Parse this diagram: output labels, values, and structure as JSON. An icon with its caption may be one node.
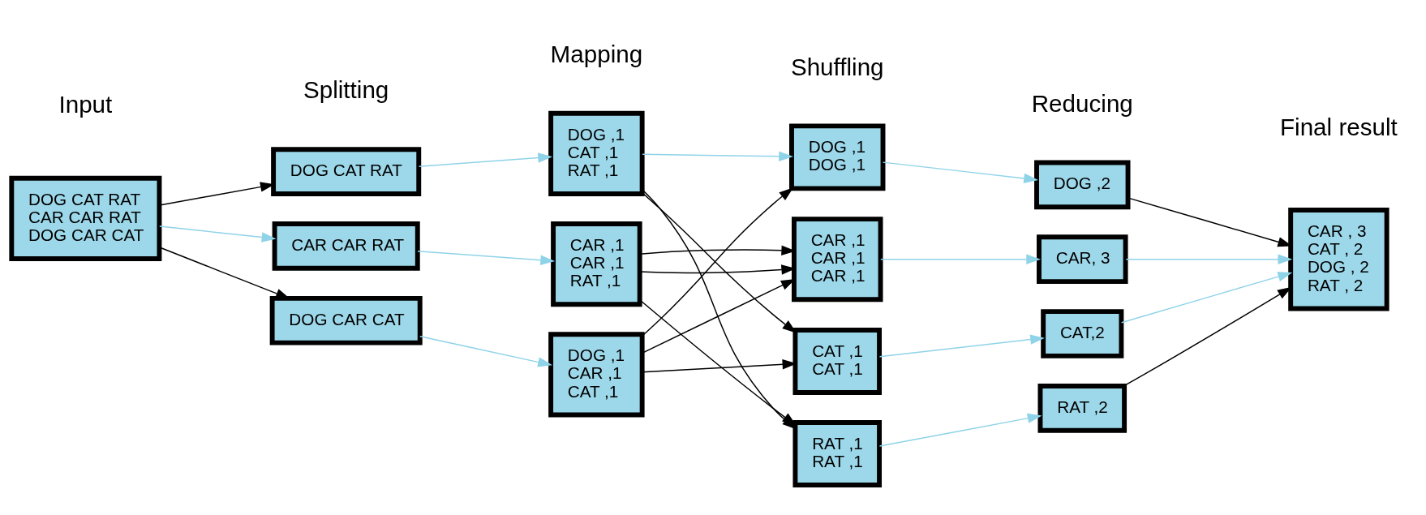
{
  "diagram": {
    "nodes": [
      {
        "text": [
          "DOG CAT RAT",
          "CAR CAR RAT",
          "DOG CAR CAT"
        ]
      },
      {
        "text": [
          "DOG CAT RAT"
        ]
      },
      {
        "text": [
          "CAR CAR RAT"
        ]
      },
      {
        "text": [
          "DOG CAR CAT"
        ]
      },
      {
        "text": [
          "DOG ,1",
          "CAT ,1",
          "RAT ,1"
        ]
      },
      {
        "text": [
          "CAR ,1",
          "CAR ,1",
          "RAT ,1"
        ]
      },
      {
        "text": [
          "DOG ,1",
          "CAR ,1",
          "CAT ,1"
        ]
      },
      {
        "text": [
          "DOG ,1",
          "DOG ,1"
        ]
      },
      {
        "text": [
          "CAR ,1",
          "CAR ,1",
          "CAR ,1"
        ]
      },
      {
        "text": [
          "CAT ,1",
          "CAT ,1"
        ]
      },
      {
        "text": [
          "RAT ,1",
          "RAT ,1"
        ]
      },
      {
        "text": [
          "DOG ,2"
        ]
      },
      {
        "text": [
          "CAR, 3"
        ]
      },
      {
        "text": [
          "CAT,2"
        ]
      },
      {
        "text": [
          "RAT ,2"
        ]
      },
      {
        "text": [
          "CAR , 3",
          "CAT , 2",
          "DOG , 2",
          "RAT , 2"
        ]
      }
    ],
    "edges": [
      {
        "from": 0,
        "to": 1,
        "arrow": "to"
      },
      {
        "from": 0,
        "to": 2,
        "arrow": "to",
        "color": "#8fd3e8"
      },
      {
        "from": 0,
        "to": 3,
        "arrow": "to"
      },
      {
        "from": 1,
        "to": 4,
        "arrow": "to",
        "color": "#8fd3e8"
      },
      {
        "from": 2,
        "to": 5,
        "arrow": "to",
        "color": "#8fd3e8"
      },
      {
        "from": 3,
        "to": 6,
        "arrow": "to",
        "color": "#8fd3e8"
      },
      {
        "from": 4,
        "to": 7,
        "arrow": "to",
        "color": "#8fd3e8"
      },
      {
        "from": 4,
        "to": 9,
        "arrow": "to"
      },
      {
        "from": 4,
        "to": 10,
        "arrow": "to"
      },
      {
        "from": 5,
        "to": 8,
        "arrow": "to"
      },
      {
        "from": 5,
        "to": 8,
        "arrow": "to"
      },
      {
        "from": 5,
        "to": 10,
        "arrow": "to"
      },
      {
        "from": 6,
        "to": 7,
        "arrow": "to"
      },
      {
        "from": 6,
        "to": 8,
        "arrow": "to"
      },
      {
        "from": 6,
        "to": 9,
        "arrow": "to"
      },
      {
        "from": 7,
        "to": 11,
        "arrow": "to",
        "color": "#8fd3e8"
      },
      {
        "from": 8,
        "to": 12,
        "arrow": "to",
        "color": "#8fd3e8"
      },
      {
        "from": 9,
        "to": 13,
        "arrow": "to",
        "color": "#8fd3e8"
      },
      {
        "from": 10,
        "to": 14,
        "arrow": "to",
        "color": "#8fd3e8"
      },
      {
        "from": 11,
        "to": 15,
        "arrow": "to"
      },
      {
        "from": 12,
        "to": 15,
        "arrow": "to",
        "color": "#8fd3e8"
      },
      {
        "from": 13,
        "to": 15,
        "arrow": "to",
        "color": "#8fd3e8"
      },
      {
        "from": 14,
        "to": 15,
        "arrow": "to"
      }
    ],
    "labels": [
      "Input",
      "Splitting",
      "Mapping",
      "Shuffling",
      "Reducing",
      "Final result"
    ]
  }
}
